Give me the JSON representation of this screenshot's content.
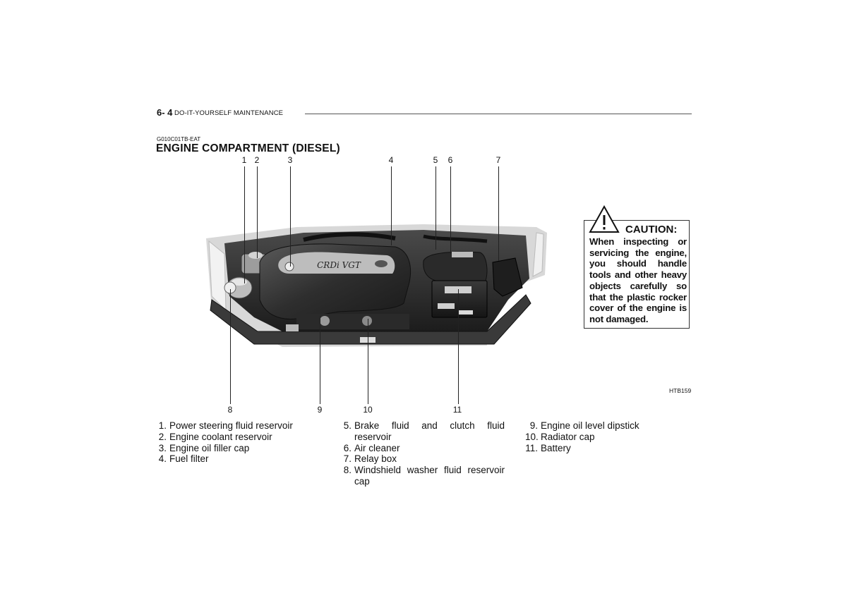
{
  "header": {
    "page_number": "6- 4",
    "section": "DO-IT-YOURSELF MAINTENANCE"
  },
  "doc_code": "G010C01TB-EAT",
  "title": "ENGINE COMPARTMENT (DIESEL)",
  "figure": {
    "figure_code": "HTB159",
    "engine_cover_text": "CRDi VGT",
    "callouts_top": [
      "1",
      "2",
      "3",
      "4",
      "5",
      "6",
      "7"
    ],
    "callouts_bottom": [
      "8",
      "9",
      "10",
      "11"
    ]
  },
  "caution": {
    "icon": "warning-triangle-icon",
    "heading": "CAUTION:",
    "text": "When inspecting or servicing the engine, you should handle tools and other heavy objects carefully so that the plastic rocker cover of the engine is not damaged."
  },
  "legend": {
    "col1": [
      {
        "n": "1.",
        "t": "Power steering fluid reservoir"
      },
      {
        "n": "2.",
        "t": "Engine coolant reservoir"
      },
      {
        "n": "3.",
        "t": "Engine oil filler cap"
      },
      {
        "n": "4.",
        "t": "Fuel filter"
      }
    ],
    "col2": [
      {
        "n": "5.",
        "t": "Brake fluid and clutch fluid reservoir"
      },
      {
        "n": "6.",
        "t": "Air cleaner"
      },
      {
        "n": "7.",
        "t": "Relay box"
      },
      {
        "n": "8.",
        "t": "Windshield washer fluid reservoir cap"
      }
    ],
    "col3": [
      {
        "n": "9.",
        "t": "Engine oil level dipstick"
      },
      {
        "n": "10.",
        "t": "Radiator cap"
      },
      {
        "n": "11.",
        "t": "Battery"
      }
    ]
  }
}
